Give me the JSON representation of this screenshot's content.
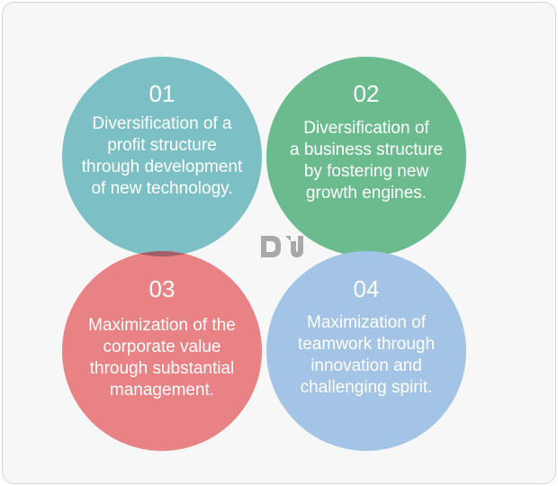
{
  "colors": {
    "circle_01": "#7cc0c5",
    "circle_02": "#6bbb8e",
    "circle_03": "#e98284",
    "circle_04": "#a3c4e4",
    "overlap_top": "#3f9c78",
    "overlap_left": "#a25f68",
    "overlap_bottom": "#7d7ea9",
    "overlap_right": "#3f9c78",
    "logo": "#a8a8a8"
  },
  "logo": {
    "text": "DJ"
  },
  "items": [
    {
      "number": "01",
      "lines": [
        "Diversification of a",
        "profit structure",
        "through development",
        "of new technology."
      ]
    },
    {
      "number": "02",
      "lines": [
        "Diversification of",
        "a business structure",
        "by fostering new",
        "growth engines."
      ]
    },
    {
      "number": "03",
      "lines": [
        "Maximization of the",
        "corporate value",
        "through substantial",
        "management."
      ]
    },
    {
      "number": "04",
      "lines": [
        "Maximization of",
        "teamwork through",
        "innovation and",
        "challenging spirit."
      ]
    }
  ]
}
